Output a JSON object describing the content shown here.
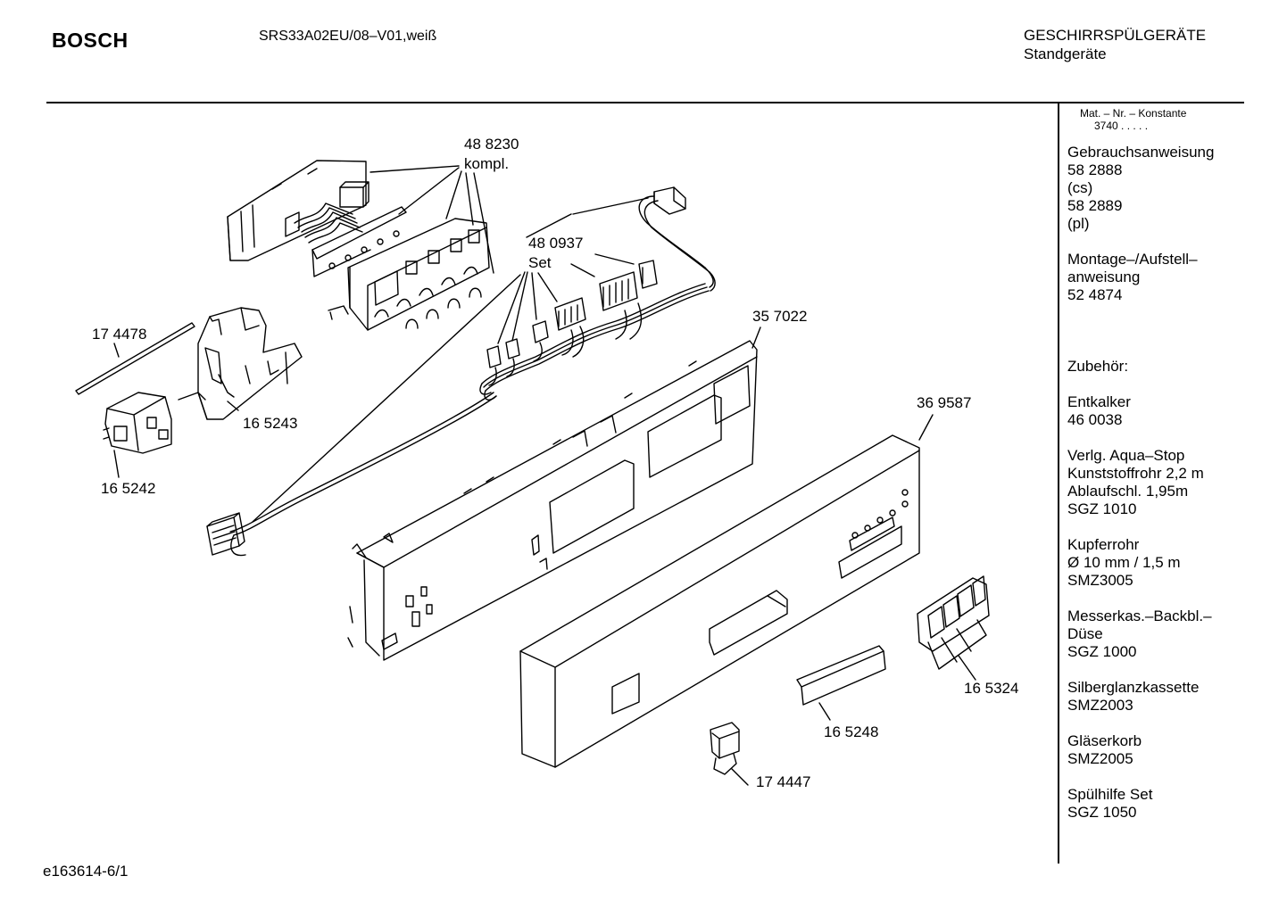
{
  "header": {
    "brand": "BOSCH",
    "model": "SRS33A02EU/08–V01,weiß",
    "category": "GESCHIRRSPÜLGERÄTE",
    "subcategory": "Standgeräte"
  },
  "sidebar": {
    "mat_label": "Mat. – Nr. – Konstante",
    "mat_value": "3740 .   .   .   .   .",
    "blocks": [
      [
        "Gebrauchsanweisung",
        "58 2888",
        "(cs)",
        "58 2889",
        "(pl)"
      ],
      [
        "Montage–/Aufstell–",
        "anweisung",
        "52 4874"
      ],
      [
        ""
      ],
      [
        "Zubehör:"
      ],
      [
        "Entkalker",
        "46 0038"
      ],
      [
        "Verlg. Aqua–Stop",
        "Kunststoffrohr 2,2 m",
        "Ablaufschl. 1,95m",
        "SGZ 1010"
      ],
      [
        "Kupferrohr",
        "Ø 10 mm / 1,5 m",
        "SMZ3005"
      ],
      [
        "Messerkas.–Backbl.–",
        "Düse",
        "SGZ 1000"
      ],
      [
        "Silberglanzkassette",
        "SMZ2003"
      ],
      [
        "Gläserkorb",
        "SMZ2005"
      ],
      [
        "Spülhilfe Set",
        "SGZ 1050"
      ]
    ]
  },
  "parts": {
    "p488230": "48 8230",
    "p488230_sub": "kompl.",
    "p480937": "48 0937",
    "p480937_sub": "Set",
    "p174478": "17 4478",
    "p165243": "16 5243",
    "p165242": "16 5242",
    "p357022": "35 7022",
    "p369587": "36 9587",
    "p165324": "16 5324",
    "p165248": "16 5248",
    "p174447": "17 4447"
  },
  "footer": {
    "code": "e163614-6/1"
  }
}
